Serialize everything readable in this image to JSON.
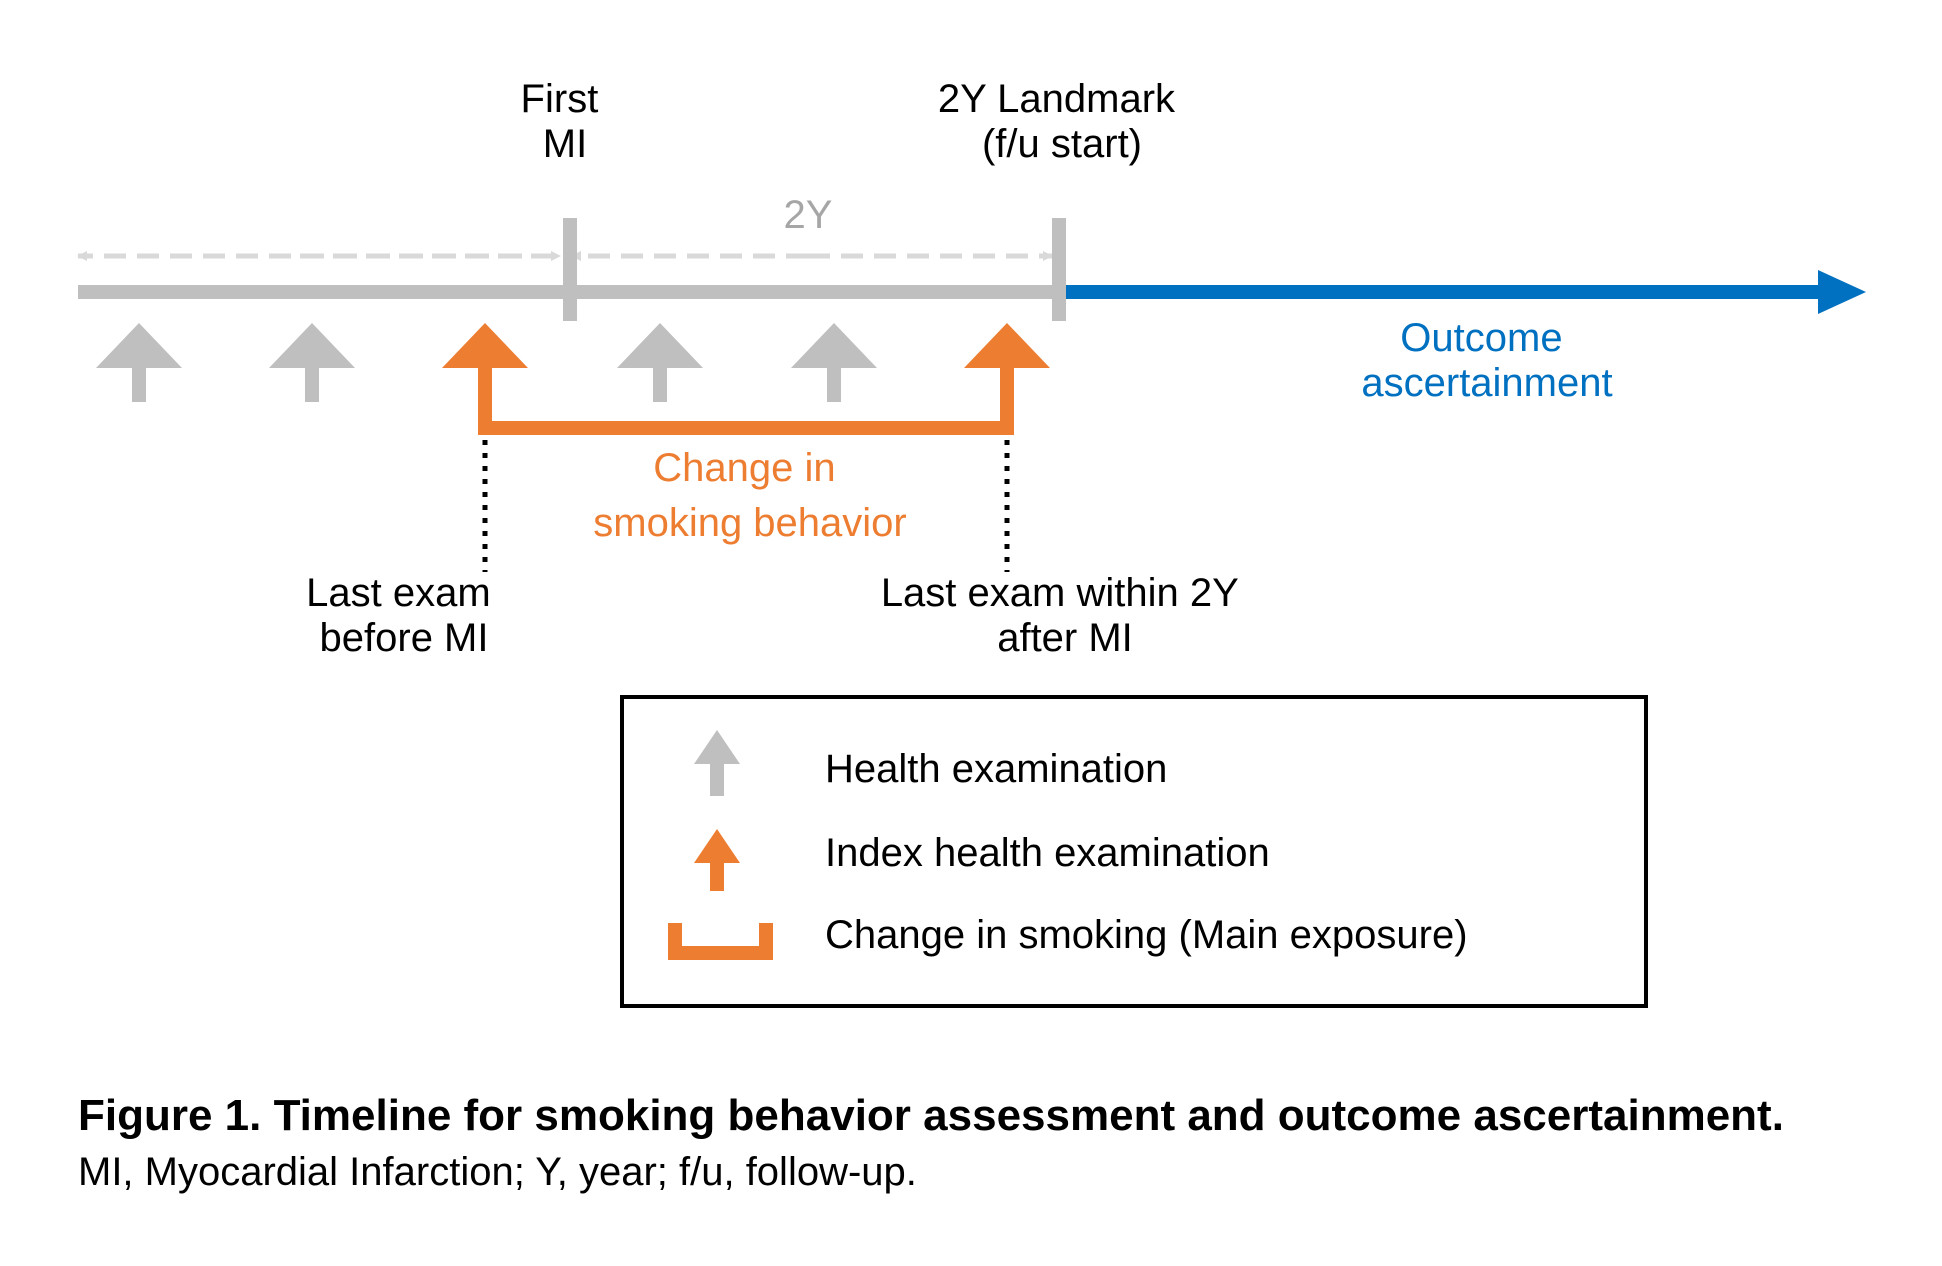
{
  "colors": {
    "timeline_gray": "#bfbfbf",
    "dashed_gray": "#d9d9d9",
    "label_gray": "#a6a6a6",
    "orange": "#ed7d31",
    "blue": "#0070c0",
    "black": "#000000"
  },
  "timeline": {
    "first_mi": [
      "First",
      "MI"
    ],
    "landmark": [
      "2Y Landmark",
      "(f/u start)"
    ],
    "interval": "2Y",
    "outcome": [
      "Outcome",
      "ascertainment"
    ],
    "change": [
      "Change in",
      "smoking behavior"
    ],
    "last_exam_before": [
      "Last exam",
      "before MI"
    ],
    "last_exam_after": [
      "Last exam within 2Y",
      "after MI"
    ]
  },
  "legend": {
    "health_exam": "Health examination",
    "index_exam": "Index health examination",
    "change": "Change in smoking (Main exposure)"
  },
  "caption": {
    "title": "Figure 1. Timeline for smoking behavior assessment and outcome ascertainment.",
    "note": "MI, Myocardial Infarction; Y, year; f/u, follow-up."
  }
}
